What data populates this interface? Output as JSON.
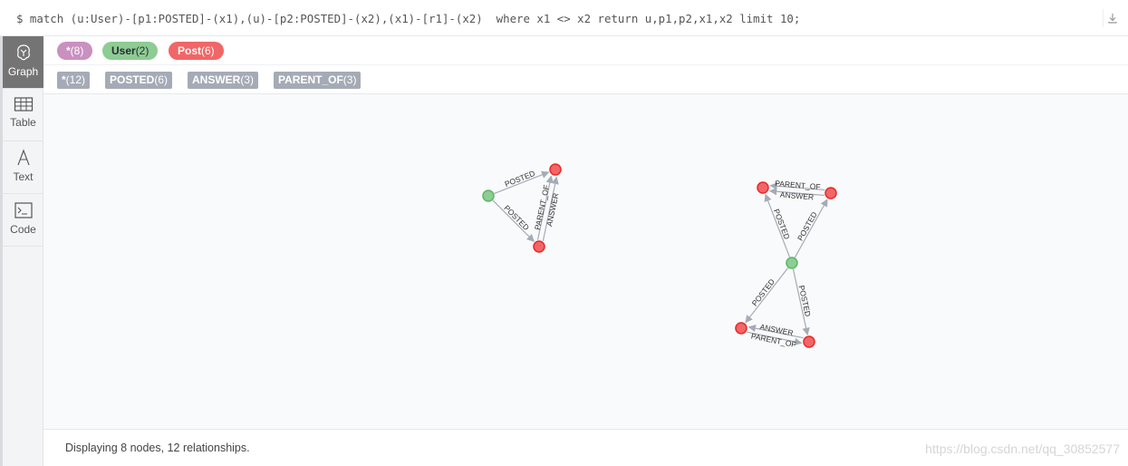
{
  "query": {
    "text": "$ match (u:User)-[p1:POSTED]-(x1),(u)-[p2:POSTED]-(x2),(x1)-[r1]-(x2)  where x1 <> x2 return u,p1,p2,x1,x2 limit 10;",
    "download_icon": "download-icon"
  },
  "sidebar": {
    "items": [
      {
        "label": "Graph",
        "icon": "graph-icon",
        "active": true
      },
      {
        "label": "Table",
        "icon": "table-icon",
        "active": false
      },
      {
        "label": "Text",
        "icon": "text-icon",
        "active": false
      },
      {
        "label": "Code",
        "icon": "code-icon",
        "active": false
      }
    ]
  },
  "labels": [
    {
      "name": "*",
      "count": "(8)",
      "color": "#c990c0",
      "text_color": "#ffffff"
    },
    {
      "name": "User",
      "count": "(2)",
      "color": "#8dcc93",
      "text_color": "#2a2c34"
    },
    {
      "name": "Post",
      "count": "(6)",
      "color": "#f16667",
      "text_color": "#ffffff"
    }
  ],
  "relationship_types": [
    {
      "name": "*",
      "count": "(12)"
    },
    {
      "name": "POSTED",
      "count": "(6)"
    },
    {
      "name": "ANSWER",
      "count": "(3)"
    },
    {
      "name": "PARENT_OF",
      "count": "(3)"
    }
  ],
  "graph": {
    "colors": {
      "user": "#8dcc93",
      "user_stroke": "#5db665",
      "post": "#f16667",
      "post_stroke": "#eb2728",
      "edge": "#a5abb6",
      "edge_label": "#333333"
    },
    "nodes": [
      {
        "id": "u1",
        "label": "User"
      },
      {
        "id": "a1",
        "label": "Post"
      },
      {
        "id": "b1",
        "label": "Post"
      },
      {
        "id": "u2",
        "label": "User"
      },
      {
        "id": "a2",
        "label": "Post"
      },
      {
        "id": "b2",
        "label": "Post"
      },
      {
        "id": "c2",
        "label": "Post"
      },
      {
        "id": "d2",
        "label": "Post"
      }
    ],
    "relationships": [
      {
        "from": "u1",
        "to": "a1",
        "type": "POSTED"
      },
      {
        "from": "u1",
        "to": "b1",
        "type": "POSTED"
      },
      {
        "from": "b1",
        "to": "a1",
        "type": "ANSWER"
      },
      {
        "from": "b1",
        "to": "a1",
        "type": "PARENT_OF"
      },
      {
        "from": "u2",
        "to": "a2",
        "type": "POSTED"
      },
      {
        "from": "u2",
        "to": "b2",
        "type": "POSTED"
      },
      {
        "from": "b2",
        "to": "a2",
        "type": "PARENT_OF"
      },
      {
        "from": "b2",
        "to": "a2",
        "type": "ANSWER"
      },
      {
        "from": "u2",
        "to": "c2",
        "type": "POSTED"
      },
      {
        "from": "u2",
        "to": "d2",
        "type": "POSTED"
      },
      {
        "from": "d2",
        "to": "c2",
        "type": "ANSWER"
      },
      {
        "from": "c2",
        "to": "d2",
        "type": "PARENT_OF"
      }
    ]
  },
  "status": {
    "text": "Displaying 8 nodes, 12 relationships.",
    "watermark": "https://blog.csdn.net/qq_30852577"
  }
}
